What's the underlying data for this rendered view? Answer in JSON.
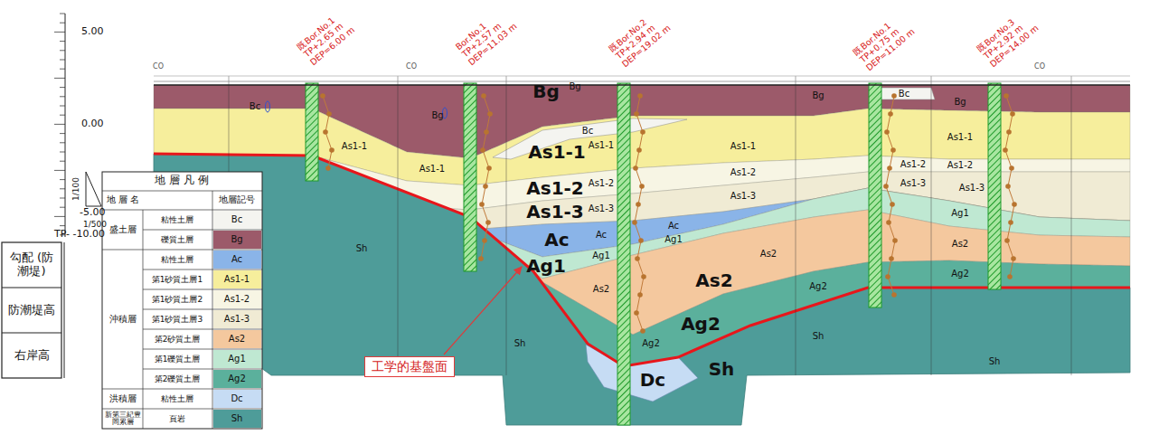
{
  "diagram": {
    "nodes": [
      {
        "text": [
          "工学的基盤面"
        ]
      }
    ],
    "labels": [
      "5.00",
      "0.00",
      "-5.00",
      "TP- -10.00",
      "1/100",
      "1/500",
      "勾配 (防潮堤)",
      "防潮堤高",
      "右岸高",
      "既Bor.No.1",
      "TP+2.65 m",
      "DEP=6.00 m",
      "Bor.No.1",
      "TP+2.57 m",
      "DEP=11.03 m",
      "既Bor.No.2",
      "TP+2.94 m",
      "DEP=19.02 m",
      "既Bor.No.1",
      "TP+0.75 m",
      "DEP=11.00 m",
      "既Bor.No.3",
      "TP+2.92 m",
      "DEP=14.00 m",
      "地 層 凡 例",
      "地 層 名",
      "地層記号",
      "盛土層",
      "沖積層",
      "洪積層",
      "新第三紀豊岡累層",
      "Bc",
      "Bg",
      "Ac",
      "As1-1",
      "As1-2",
      "As1-3",
      "As2",
      "Ag1",
      "Ag2",
      "Dc",
      "Sh",
      "Bg",
      "As1-1",
      "As1-2",
      "As1-3",
      "Ac",
      "Ag1",
      "As2",
      "Ag2",
      "Dc",
      "Sh",
      "Bc",
      "Bg",
      "Bg",
      "Bc",
      "Bg",
      "Bc",
      "Bg",
      "As1-1",
      "As1-1",
      "As1-1",
      "As1-1",
      "As1-1",
      "As1-2",
      "As1-2",
      "As1-2",
      "As1-2",
      "As1-3",
      "As1-3",
      "As1-3",
      "As1-3",
      "Ac",
      "Ac",
      "Ag1",
      "Ag1",
      "Ag1",
      "As2",
      "As2",
      "As2",
      "Ag2",
      "Ag2",
      "Ag2",
      "Sh",
      "Sh",
      "Sh",
      "Sh",
      "CO",
      "CO",
      "CO"
    ],
    "legend": [
      {
        "text": "粘性土層",
        "color": "#f4f4f0"
      },
      {
        "text": "礫質土層",
        "color": "#9c5a6a"
      },
      {
        "text": "粘性土層",
        "color": "#8ab4e8"
      },
      {
        "text": "第1砂質土層1",
        "color": "#f6ee9c"
      },
      {
        "text": "第1砂質土層2",
        "color": "#f7f5e4"
      },
      {
        "text": "第1砂質土層3",
        "color": "#f0ebd4"
      },
      {
        "text": "第2砂質土層",
        "color": "#f4c89e"
      },
      {
        "text": "第1礫質土層",
        "color": "#bfe8d2"
      },
      {
        "text": "第2礫質土層",
        "color": "#5bb09c"
      },
      {
        "text": "粘性土層",
        "color": "#c6dcf4"
      },
      {
        "text": "頁岩",
        "color": "#4e9c99"
      }
    ]
  }
}
